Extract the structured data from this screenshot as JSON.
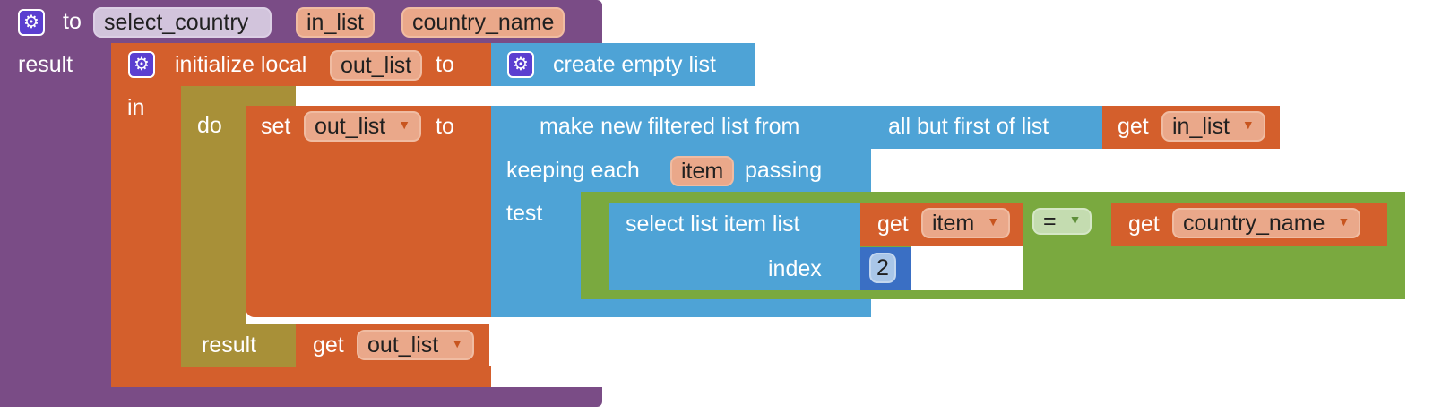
{
  "procedure": {
    "keyword": "to",
    "name": "select_country",
    "params": [
      "in_list",
      "country_name"
    ],
    "result_label": "result"
  },
  "init_local": {
    "label": "initialize local",
    "var": "out_list",
    "to_label": "to",
    "in_label": "in"
  },
  "create_empty": {
    "label": "create empty list"
  },
  "do_result": {
    "do_label": "do",
    "result_label": "result"
  },
  "set_block": {
    "label": "set",
    "var": "out_list",
    "to_label": "to"
  },
  "filter": {
    "label": "make new filtered list from",
    "keeping_label": "keeping each",
    "item_var": "item",
    "passing_label": "passing",
    "test_label": "test"
  },
  "all_but_first": {
    "label": "all but first of list"
  },
  "get_in_list": {
    "label": "get",
    "var": "in_list"
  },
  "select_item": {
    "label": "select list item  list",
    "index_label": "index"
  },
  "get_item": {
    "label": "get",
    "var": "item"
  },
  "compare": {
    "op": "="
  },
  "get_country": {
    "label": "get",
    "var": "country_name"
  },
  "index_value": "2",
  "get_out_list": {
    "label": "get",
    "var": "out_list"
  },
  "colors": {
    "procedure": "#7a4c86",
    "variables": "#d45f2c",
    "lists": "#4ea3d6",
    "control": "#a89038",
    "logic": "#7aa93f",
    "math": "#3a6fc4"
  }
}
